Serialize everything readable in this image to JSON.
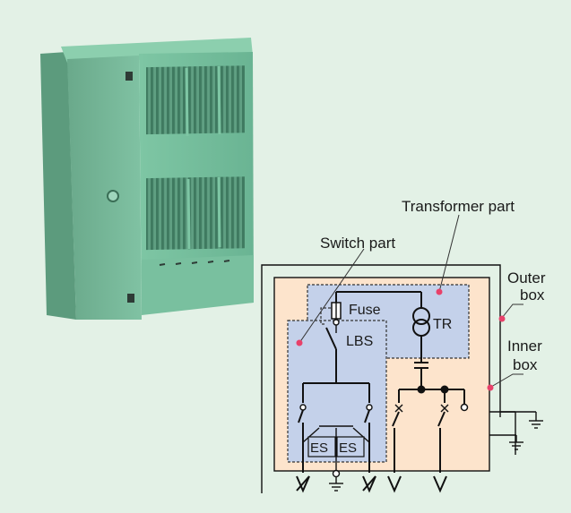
{
  "diagram": {
    "labels": {
      "transformer_part": "Transformer part",
      "switch_part": "Switch part",
      "outer_box": [
        "Outer",
        "box"
      ],
      "inner_box": [
        "Inner",
        "box"
      ],
      "fuse": "Fuse",
      "tr": "TR",
      "lbs": "LBS",
      "es_left": "ES",
      "es_right": "ES"
    },
    "colors": {
      "background": "#e3f1e6",
      "inner_box_fill": "#fde4cc",
      "part_fill": "#c4d1ea",
      "callout_dot": "#e8416a",
      "cabinet_green": "#6fb595"
    }
  }
}
